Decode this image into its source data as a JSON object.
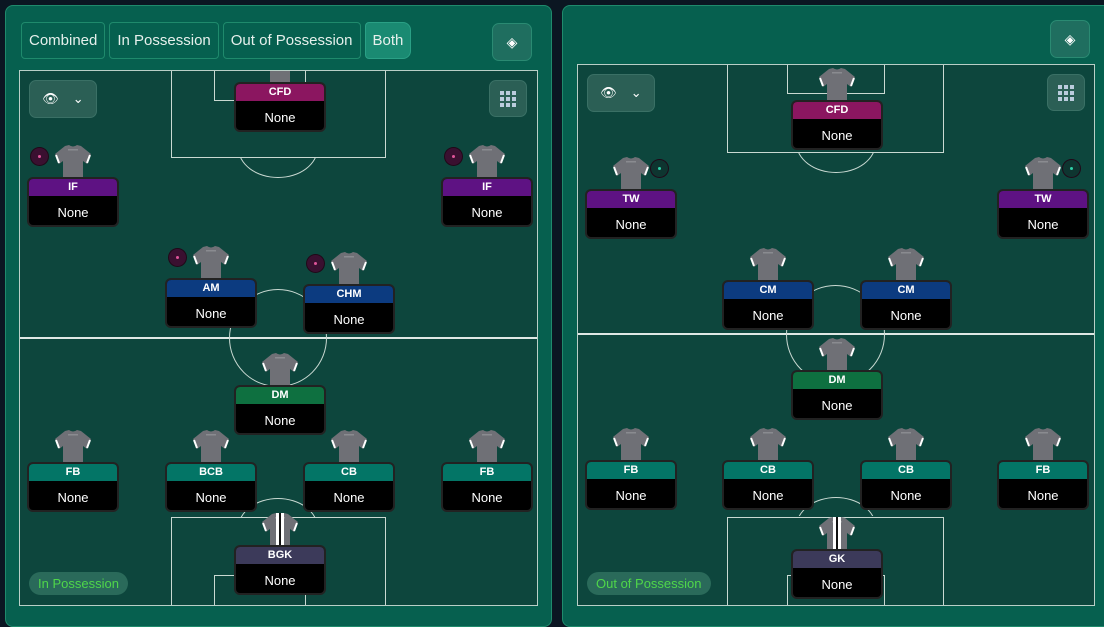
{
  "tabs": [
    "Combined",
    "In Possession",
    "Out of Possession",
    "Both"
  ],
  "active_tab": "Both",
  "left": {
    "label": "In Possession",
    "players": [
      {
        "role": "CFD",
        "name": "None"
      },
      {
        "role": "IF",
        "name": "None"
      },
      {
        "role": "IF",
        "name": "None"
      },
      {
        "role": "AM",
        "name": "None"
      },
      {
        "role": "CHM",
        "name": "None"
      },
      {
        "role": "DM",
        "name": "None"
      },
      {
        "role": "FB",
        "name": "None"
      },
      {
        "role": "BCB",
        "name": "None"
      },
      {
        "role": "CB",
        "name": "None"
      },
      {
        "role": "FB",
        "name": "None"
      },
      {
        "role": "BGK",
        "name": "None"
      }
    ]
  },
  "right": {
    "label": "Out of Possession",
    "players": [
      {
        "role": "CFD",
        "name": "None"
      },
      {
        "role": "TW",
        "name": "None"
      },
      {
        "role": "TW",
        "name": "None"
      },
      {
        "role": "CM",
        "name": "None"
      },
      {
        "role": "CM",
        "name": "None"
      },
      {
        "role": "DM",
        "name": "None"
      },
      {
        "role": "FB",
        "name": "None"
      },
      {
        "role": "CB",
        "name": "None"
      },
      {
        "role": "CB",
        "name": "None"
      },
      {
        "role": "FB",
        "name": "None"
      },
      {
        "role": "GK",
        "name": "None"
      }
    ]
  },
  "colors": {
    "forward": "#8b1660",
    "winger": "#5e1283",
    "midfield": "#0c3b80",
    "dm": "#0e7040",
    "defence": "#037566",
    "gk": "#3c3a5a"
  }
}
